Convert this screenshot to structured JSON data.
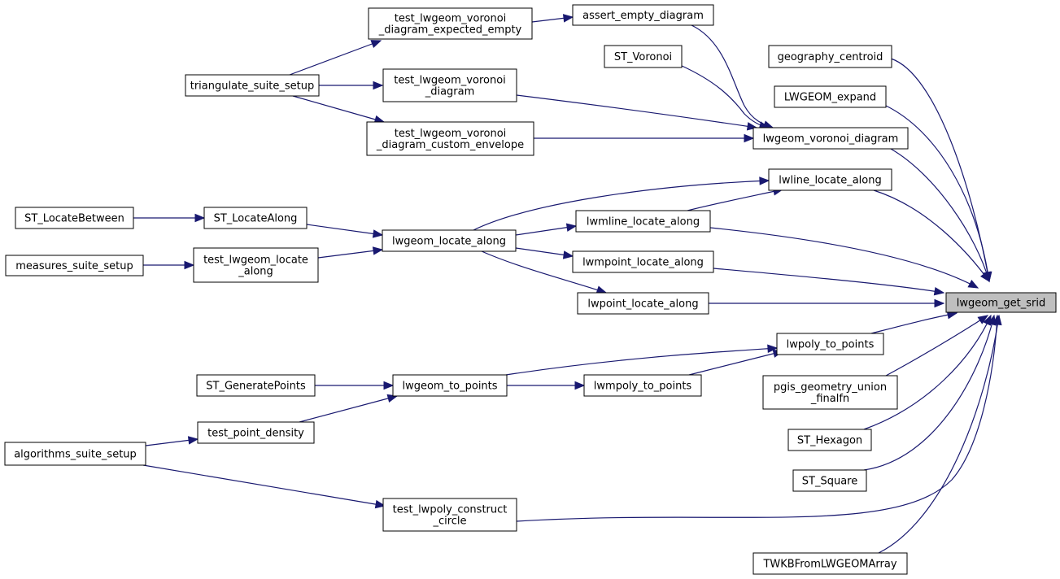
{
  "focus": "lwgeom_get_srid",
  "nodes": [
    {
      "id": "lwgeom_get_srid",
      "lines": [
        "lwgeom_get_srid"
      ],
      "focus": true
    },
    {
      "id": "geography_centroid",
      "lines": [
        "geography_centroid"
      ]
    },
    {
      "id": "LWGEOM_expand",
      "lines": [
        "LWGEOM_expand"
      ]
    },
    {
      "id": "lwgeom_voronoi_diagram",
      "lines": [
        "lwgeom_voronoi_diagram"
      ]
    },
    {
      "id": "lwline_locate_along",
      "lines": [
        "lwline_locate_along"
      ]
    },
    {
      "id": "lwmline_locate_along",
      "lines": [
        "lwmline_locate_along"
      ]
    },
    {
      "id": "lwmpoint_locate_along",
      "lines": [
        "lwmpoint_locate_along"
      ]
    },
    {
      "id": "lwpoint_locate_along",
      "lines": [
        "lwpoint_locate_along"
      ]
    },
    {
      "id": "lwpoly_to_points",
      "lines": [
        "lwpoly_to_points"
      ]
    },
    {
      "id": "pgis_geometry_union_finalfn",
      "lines": [
        "pgis_geometry_union",
        "_finalfn"
      ]
    },
    {
      "id": "ST_Hexagon",
      "lines": [
        "ST_Hexagon"
      ]
    },
    {
      "id": "ST_Square",
      "lines": [
        "ST_Square"
      ]
    },
    {
      "id": "test_lwpoly_construct_circle",
      "lines": [
        "test_lwpoly_construct",
        "_circle"
      ]
    },
    {
      "id": "TWKBFromLWGEOMArray",
      "lines": [
        "TWKBFromLWGEOMArray"
      ]
    },
    {
      "id": "assert_empty_diagram",
      "lines": [
        "assert_empty_diagram"
      ]
    },
    {
      "id": "ST_Voronoi",
      "lines": [
        "ST_Voronoi"
      ]
    },
    {
      "id": "test_lwgeom_voronoi_diagram",
      "lines": [
        "test_lwgeom_voronoi",
        "_diagram"
      ]
    },
    {
      "id": "test_lwgeom_voronoi_diagram_custom_envelope",
      "lines": [
        "test_lwgeom_voronoi",
        "_diagram_custom_envelope"
      ]
    },
    {
      "id": "test_lwgeom_voronoi_diagram_expected_empty",
      "lines": [
        "test_lwgeom_voronoi",
        "_diagram_expected_empty"
      ]
    },
    {
      "id": "triangulate_suite_setup",
      "lines": [
        "triangulate_suite_setup"
      ]
    },
    {
      "id": "lwgeom_locate_along",
      "lines": [
        "lwgeom_locate_along"
      ]
    },
    {
      "id": "ST_LocateAlong",
      "lines": [
        "ST_LocateAlong"
      ]
    },
    {
      "id": "test_lwgeom_locate_along",
      "lines": [
        "test_lwgeom_locate",
        "_along"
      ]
    },
    {
      "id": "ST_LocateBetween",
      "lines": [
        "ST_LocateBetween"
      ]
    },
    {
      "id": "measures_suite_setup",
      "lines": [
        "measures_suite_setup"
      ]
    },
    {
      "id": "lwgeom_to_points",
      "lines": [
        "lwgeom_to_points"
      ]
    },
    {
      "id": "lwmpoly_to_points",
      "lines": [
        "lwmpoly_to_points"
      ]
    },
    {
      "id": "ST_GeneratePoints",
      "lines": [
        "ST_GeneratePoints"
      ]
    },
    {
      "id": "test_point_density",
      "lines": [
        "test_point_density"
      ]
    },
    {
      "id": "algorithms_suite_setup",
      "lines": [
        "algorithms_suite_setup"
      ]
    }
  ],
  "edges": [
    {
      "from": "geography_centroid",
      "to": "lwgeom_get_srid"
    },
    {
      "from": "LWGEOM_expand",
      "to": "lwgeom_get_srid"
    },
    {
      "from": "lwgeom_voronoi_diagram",
      "to": "lwgeom_get_srid"
    },
    {
      "from": "lwline_locate_along",
      "to": "lwgeom_get_srid"
    },
    {
      "from": "lwmline_locate_along",
      "to": "lwgeom_get_srid"
    },
    {
      "from": "lwmpoint_locate_along",
      "to": "lwgeom_get_srid"
    },
    {
      "from": "lwpoint_locate_along",
      "to": "lwgeom_get_srid"
    },
    {
      "from": "lwpoly_to_points",
      "to": "lwgeom_get_srid"
    },
    {
      "from": "pgis_geometry_union_finalfn",
      "to": "lwgeom_get_srid"
    },
    {
      "from": "ST_Hexagon",
      "to": "lwgeom_get_srid"
    },
    {
      "from": "ST_Square",
      "to": "lwgeom_get_srid"
    },
    {
      "from": "test_lwpoly_construct_circle",
      "to": "lwgeom_get_srid"
    },
    {
      "from": "TWKBFromLWGEOMArray",
      "to": "lwgeom_get_srid"
    },
    {
      "from": "assert_empty_diagram",
      "to": "lwgeom_voronoi_diagram"
    },
    {
      "from": "ST_Voronoi",
      "to": "lwgeom_voronoi_diagram"
    },
    {
      "from": "test_lwgeom_voronoi_diagram",
      "to": "lwgeom_voronoi_diagram"
    },
    {
      "from": "test_lwgeom_voronoi_diagram_custom_envelope",
      "to": "lwgeom_voronoi_diagram"
    },
    {
      "from": "test_lwgeom_voronoi_diagram_expected_empty",
      "to": "assert_empty_diagram"
    },
    {
      "from": "triangulate_suite_setup",
      "to": "test_lwgeom_voronoi_diagram_expected_empty"
    },
    {
      "from": "triangulate_suite_setup",
      "to": "test_lwgeom_voronoi_diagram"
    },
    {
      "from": "triangulate_suite_setup",
      "to": "test_lwgeom_voronoi_diagram_custom_envelope"
    },
    {
      "from": "lwgeom_locate_along",
      "to": "lwline_locate_along"
    },
    {
      "from": "lwmline_locate_along",
      "to": "lwline_locate_along"
    },
    {
      "from": "lwgeom_locate_along",
      "to": "lwmline_locate_along"
    },
    {
      "from": "lwgeom_locate_along",
      "to": "lwmpoint_locate_along"
    },
    {
      "from": "lwgeom_locate_along",
      "to": "lwpoint_locate_along"
    },
    {
      "from": "ST_LocateAlong",
      "to": "lwgeom_locate_along"
    },
    {
      "from": "test_lwgeom_locate_along",
      "to": "lwgeom_locate_along"
    },
    {
      "from": "ST_LocateBetween",
      "to": "ST_LocateAlong"
    },
    {
      "from": "measures_suite_setup",
      "to": "test_lwgeom_locate_along"
    },
    {
      "from": "lwgeom_to_points",
      "to": "lwpoly_to_points"
    },
    {
      "from": "lwmpoly_to_points",
      "to": "lwpoly_to_points"
    },
    {
      "from": "lwgeom_to_points",
      "to": "lwmpoly_to_points"
    },
    {
      "from": "ST_GeneratePoints",
      "to": "lwgeom_to_points"
    },
    {
      "from": "test_point_density",
      "to": "lwgeom_to_points"
    },
    {
      "from": "algorithms_suite_setup",
      "to": "test_point_density"
    },
    {
      "from": "algorithms_suite_setup",
      "to": "test_lwpoly_construct_circle"
    }
  ]
}
